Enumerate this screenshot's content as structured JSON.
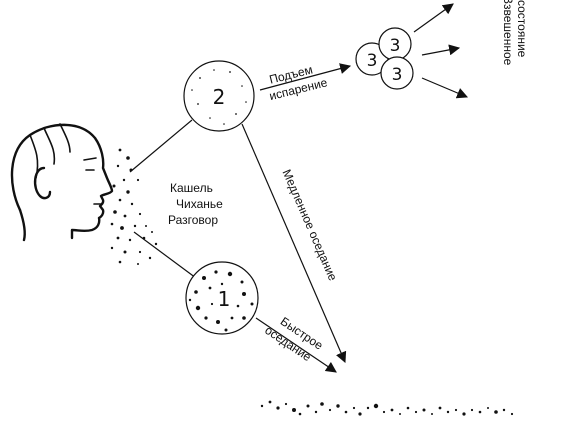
{
  "labels": {
    "source": [
      "Кашель",
      "Чиханье",
      "Разговор"
    ],
    "rise": [
      "Подъем",
      "испарение"
    ],
    "slow": "Медленное оседание",
    "fast": [
      "Быстрое",
      "оседание"
    ],
    "suspended": [
      "Взвешенное",
      "состояние"
    ]
  },
  "circles": {
    "large_droplets": "1",
    "small_droplets": "2",
    "nuclei": [
      "3",
      "3",
      "3"
    ]
  }
}
